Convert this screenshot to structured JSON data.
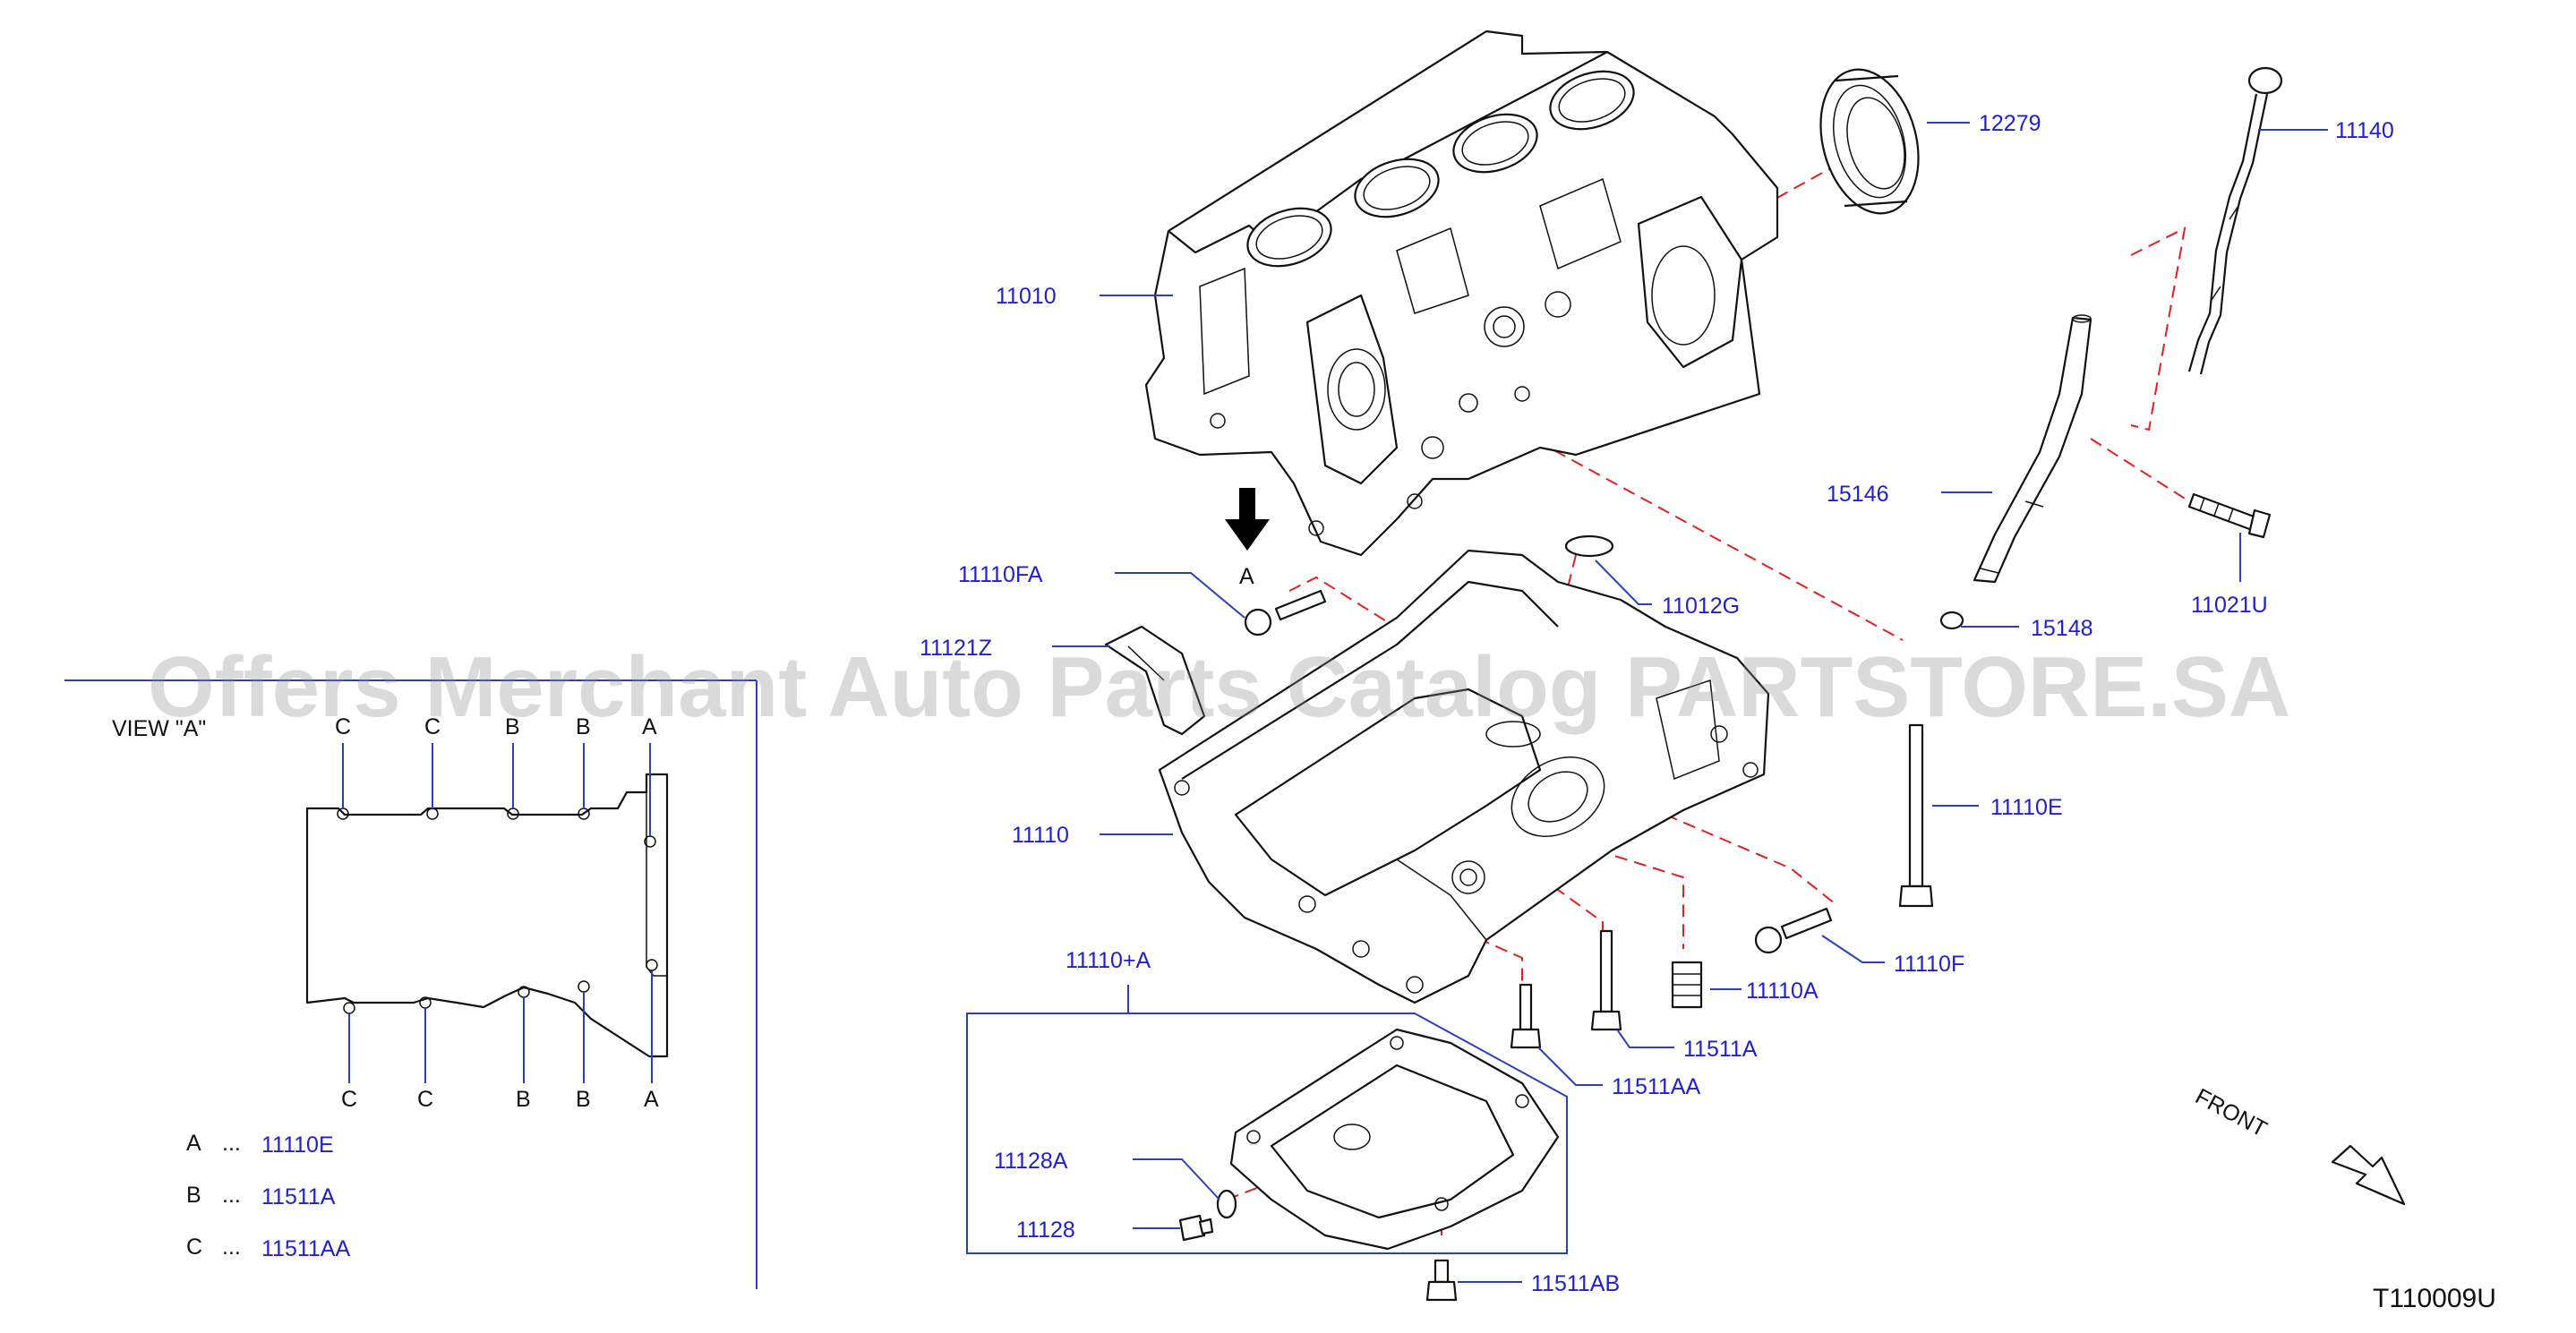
{
  "diagram_code": "T110009U",
  "watermark": "Offers Merchant Auto Parts Catalog PARTSTORE.SA",
  "front_label": "FRONT",
  "view_label": "VIEW   \"A\"",
  "view_arrow_label": "A",
  "view_top_letters": [
    "C",
    "C",
    "B",
    "B",
    "A"
  ],
  "view_bottom_letters": [
    "C",
    "C",
    "B",
    "B",
    "A"
  ],
  "legend": [
    {
      "key": "A",
      "dots": "...",
      "part": "11110E"
    },
    {
      "key": "B",
      "dots": "...",
      "part": "11511A"
    },
    {
      "key": "C",
      "dots": "...",
      "part": "11511AA"
    }
  ],
  "parts": {
    "p11010": "11010",
    "p12279": "12279",
    "p11140": "11140",
    "p15146": "15146",
    "p11021U": "11021U",
    "p11110FA": "11110FA",
    "p11121Z": "11121Z",
    "p11012G": "11012G",
    "p15148": "15148",
    "p11110": "11110",
    "p11110E": "11110E",
    "p11110A_plus": "11110+A",
    "p11110F": "11110F",
    "p11110A": "11110A",
    "p11511A": "11511A",
    "p11511AA": "11511AA",
    "p11128A": "11128A",
    "p11128": "11128",
    "p11511AB": "11511AB"
  }
}
